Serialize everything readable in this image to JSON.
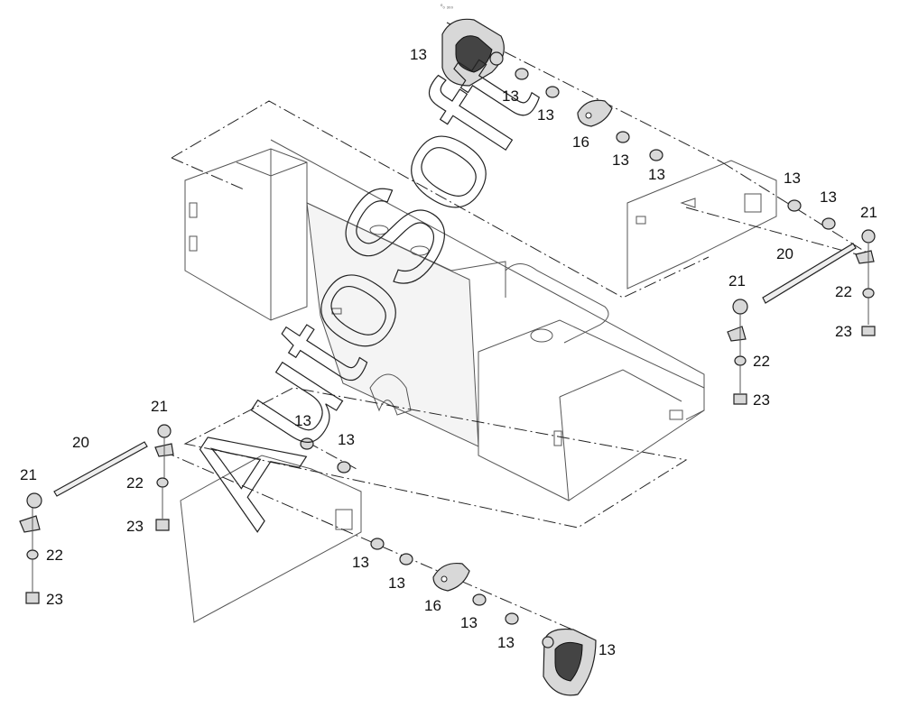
{
  "header": {
    "corner_mark": "⁰₀ ₃₀₀"
  },
  "watermark": {
    "text": "AutoSoft"
  },
  "callouts": [
    {
      "id": "c1",
      "label": "13"
    },
    {
      "id": "c2",
      "label": "13"
    },
    {
      "id": "c3",
      "label": "13"
    },
    {
      "id": "c4",
      "label": "16"
    },
    {
      "id": "c5",
      "label": "13"
    },
    {
      "id": "c6",
      "label": "13"
    },
    {
      "id": "c7",
      "label": "13"
    },
    {
      "id": "c8",
      "label": "13"
    },
    {
      "id": "c9",
      "label": "21"
    },
    {
      "id": "c10",
      "label": "20"
    },
    {
      "id": "c11",
      "label": "21"
    },
    {
      "id": "c12",
      "label": "22"
    },
    {
      "id": "c13",
      "label": "23"
    },
    {
      "id": "c14",
      "label": "22"
    },
    {
      "id": "c15",
      "label": "23"
    },
    {
      "id": "c16",
      "label": "21"
    },
    {
      "id": "c17",
      "label": "20"
    },
    {
      "id": "c18",
      "label": "21"
    },
    {
      "id": "c19",
      "label": "22"
    },
    {
      "id": "c20",
      "label": "23"
    },
    {
      "id": "c21",
      "label": "22"
    },
    {
      "id": "c22",
      "label": "23"
    },
    {
      "id": "c23",
      "label": "13"
    },
    {
      "id": "c24",
      "label": "13"
    },
    {
      "id": "c25",
      "label": "13"
    },
    {
      "id": "c26",
      "label": "13"
    },
    {
      "id": "c27",
      "label": "16"
    },
    {
      "id": "c28",
      "label": "13"
    },
    {
      "id": "c29",
      "label": "13"
    },
    {
      "id": "c30",
      "label": "13"
    }
  ]
}
